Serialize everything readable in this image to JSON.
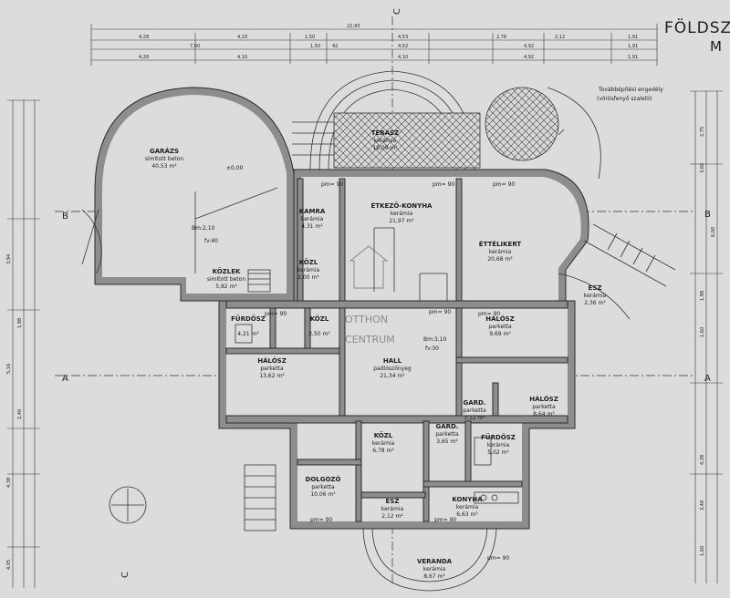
{
  "sheet": {
    "title": "FÖLDSZ",
    "title_line2": "M",
    "watermark_line1": "OTTHON",
    "watermark_line2": "CENTRUM",
    "note_line1": "Továbbépítési engedély",
    "note_line2": "(vörösfenyő szaletli)"
  },
  "axes": {
    "a_left": "A",
    "a_right": "A",
    "b_left": "B",
    "b_right": "B",
    "c_top": "C",
    "c_bottom": "C"
  },
  "dimensions": {
    "top_total": "22,43",
    "top_row2": [
      "4,28",
      "4,10",
      "1,50",
      "4,53",
      "2,76",
      "2,12",
      "1,91"
    ],
    "top_row3": [
      "7,60",
      "1,50",
      "42",
      "4,52",
      "4,92",
      "1,91"
    ],
    "top_row4": [
      "4,28",
      "4,10",
      "4,10",
      "4,92",
      "1,91"
    ],
    "left_side": [
      "3,94",
      "1,98",
      "5,16",
      "2,40",
      "4,38",
      "4,05"
    ],
    "right_side": [
      "2,75",
      "3,60",
      "6,00",
      "1,98",
      "1,60",
      "4,38",
      "3,48",
      "1,60"
    ]
  },
  "rooms": [
    {
      "name": "GARÁZS",
      "finish": "simított beton",
      "area": "40,53 m²"
    },
    {
      "name": "TERASZ",
      "finish": "kerámia",
      "area": "18,09 m²"
    },
    {
      "name": "KAMRA",
      "finish": "kerámia",
      "area": "4,31 m²"
    },
    {
      "name": "ÉTKEZŐ-KONYHA",
      "finish": "kerámia",
      "area": "21,97 m²"
    },
    {
      "name": "ÉTTÉLIKERT",
      "finish": "kerámia",
      "area": "20,68 m²"
    },
    {
      "name": "KÖZL",
      "finish": "kerámia",
      "area": "2,00 m²"
    },
    {
      "name": "KÖZLEK",
      "finish": "simított beton",
      "area": "5,82 m²"
    },
    {
      "name": "ESZ",
      "finish": "kerámia",
      "area": "2,36 m²"
    },
    {
      "name": "FÜRDŐSZ",
      "finish": "",
      "area": "4,21 m²"
    },
    {
      "name": "KÖZL",
      "finish": "",
      "area": "2,50 m²"
    },
    {
      "name": "HÁLÓSZ",
      "finish": "parketta",
      "area": "9,69 m²"
    },
    {
      "name": "HÁLÓSZ",
      "finish": "parketta",
      "area": "13,62 m²"
    },
    {
      "name": "HALL",
      "finish": "padlószőnyeg",
      "area": "21,34 m²"
    },
    {
      "name": "GARD.",
      "finish": "parketta",
      "area": "3,12 m²"
    },
    {
      "name": "HÁLÓSZ",
      "finish": "parketta",
      "area": "8,64 m²"
    },
    {
      "name": "KÖZL",
      "finish": "kerámia",
      "area": "6,78 m²"
    },
    {
      "name": "GARD.",
      "finish": "parketta",
      "area": "3,65 m²"
    },
    {
      "name": "FÜRDŐSZ",
      "finish": "kerámia",
      "area": "5,02 m²"
    },
    {
      "name": "DOLGOZÓ",
      "finish": "parketta",
      "area": "10,06 m²"
    },
    {
      "name": "ESZ",
      "finish": "kerámia",
      "area": "2,12 m²"
    },
    {
      "name": "KONYHA",
      "finish": "kerámia",
      "area": "6,63 m²"
    },
    {
      "name": "VERANDA",
      "finish": "kerámia",
      "area": "8,67 m²"
    }
  ],
  "labels": {
    "bm_left": "Bm:2,10",
    "fv_left": "fv:40",
    "bm_hall": "Bm:3,10",
    "fv_hall": "fv:30",
    "level": "±0,00",
    "pm90": "pm= 90"
  }
}
